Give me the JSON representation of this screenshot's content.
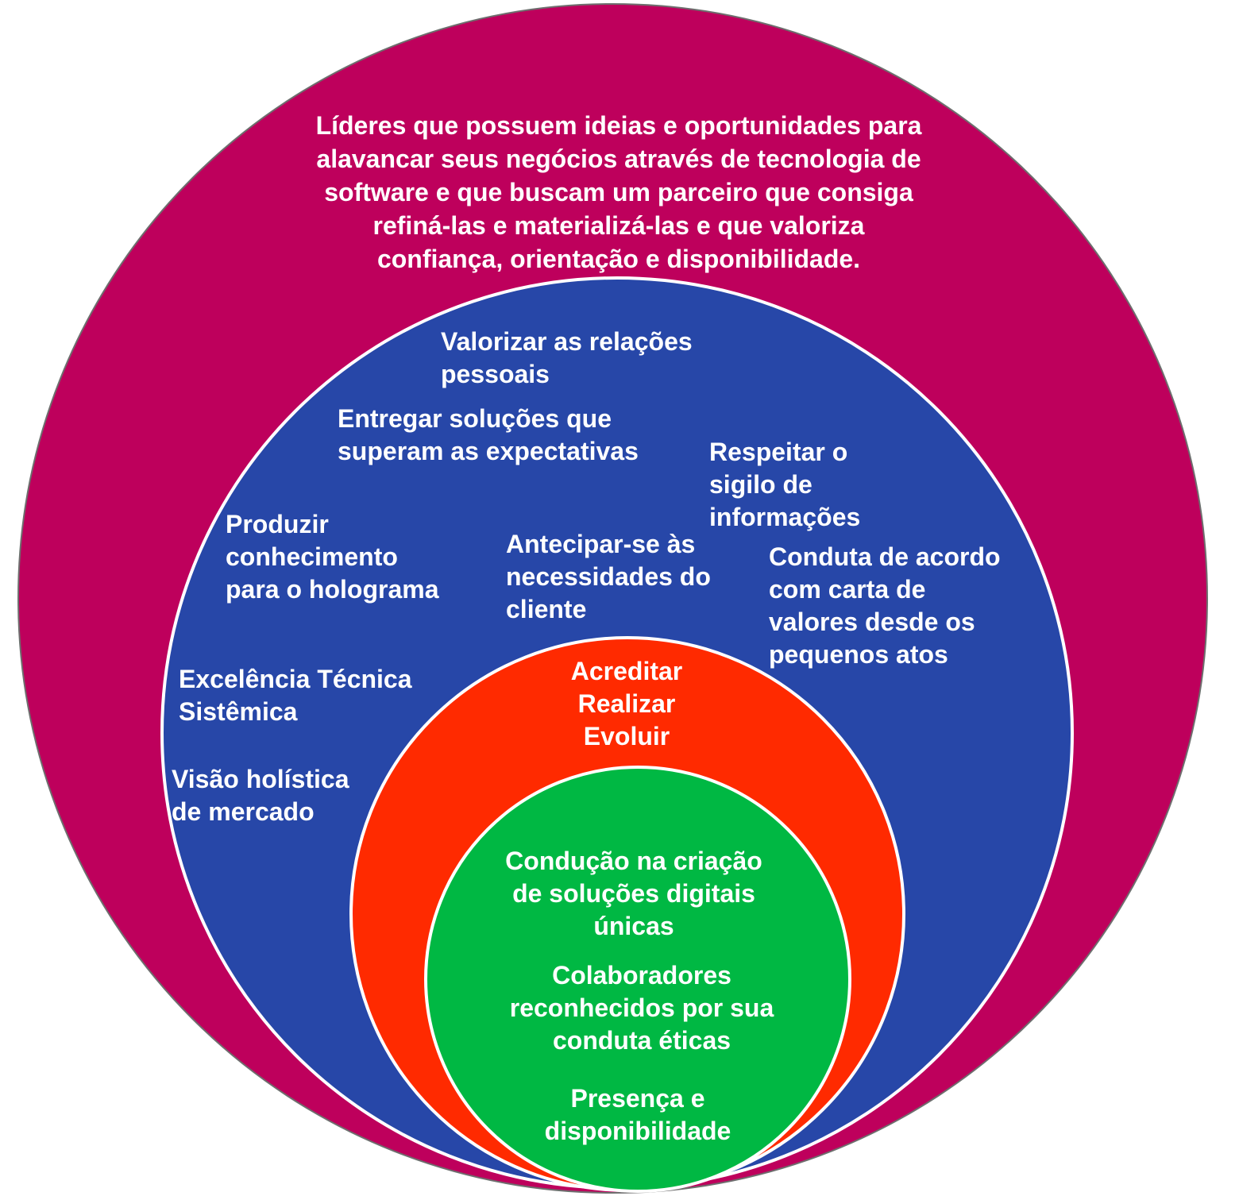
{
  "colors": {
    "outer": "#BE005C",
    "blue": "#2747A8",
    "red": "#FF2A00",
    "green": "#00B843",
    "text": "#FFFFFF"
  },
  "outer": {
    "text": "Líderes que possuem ideias e oportunidades para\nalavancar seus negócios através de tecnologia de\nsoftware  e que buscam um parceiro que consiga\nrefiná-las e materializá-las e que valoriza\nconfiança, orientação e disponibilidade."
  },
  "blue": {
    "valorizar": "Valorizar as relações\npessoais",
    "entregar": "Entregar soluções que\nsuperam as expectativas",
    "respeitar": "Respeitar o\nsigilo de\ninformações",
    "produzir": "Produzir\nconhecimento\npara o holograma",
    "antecipar": "Antecipar-se às\nnecessidades do\ncliente",
    "conduta": "Conduta de acordo\ncom carta de\nvalores desde os\npequenos atos",
    "excelencia": "Excelência Técnica\nSistêmica",
    "visao": "Visão holística\nde mercado"
  },
  "red": {
    "text": "Acreditar\nRealizar\nEvoluir"
  },
  "green": {
    "item1": "Condução na criação\nde soluções digitais\núnicas",
    "item2": "Colaboradores\nreconhecidos por sua\nconduta éticas",
    "item3": "Presença e\ndisponibilidade"
  }
}
